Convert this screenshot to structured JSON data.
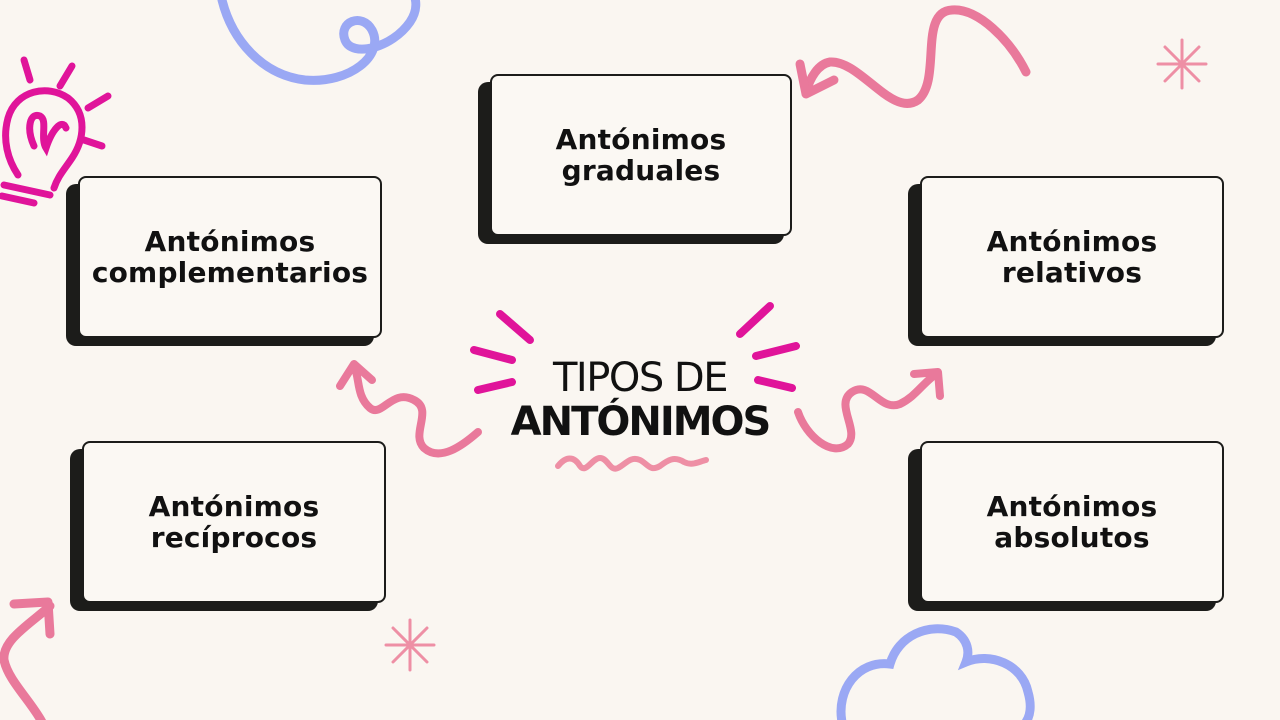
{
  "title": {
    "line1": "TIPOS DE",
    "line2": "ANTÓNIMOS"
  },
  "cards": [
    {
      "id": "graduales",
      "label": "Antónimos\ngraduales"
    },
    {
      "id": "complementarios",
      "label": "Antónimos\ncomplementarios"
    },
    {
      "id": "relativos",
      "label": "Antónimos\nrelativos"
    },
    {
      "id": "reciprocos",
      "label": "Antónimos\nrecíprocos"
    },
    {
      "id": "absolutos",
      "label": "Antónimos\nabsolutos"
    }
  ],
  "colors": {
    "background": "#faf6f1",
    "card_fill": "#fbf8f3",
    "card_border": "#1c1c1a",
    "pink_arrow": "#e9799b",
    "magenta": "#e0149a",
    "blue_doodle": "#9aa8f4",
    "text": "#111111"
  },
  "decorations": [
    "lightbulb-icon",
    "cloud-doodle",
    "squiggle-arrow",
    "sparkle-star"
  ]
}
